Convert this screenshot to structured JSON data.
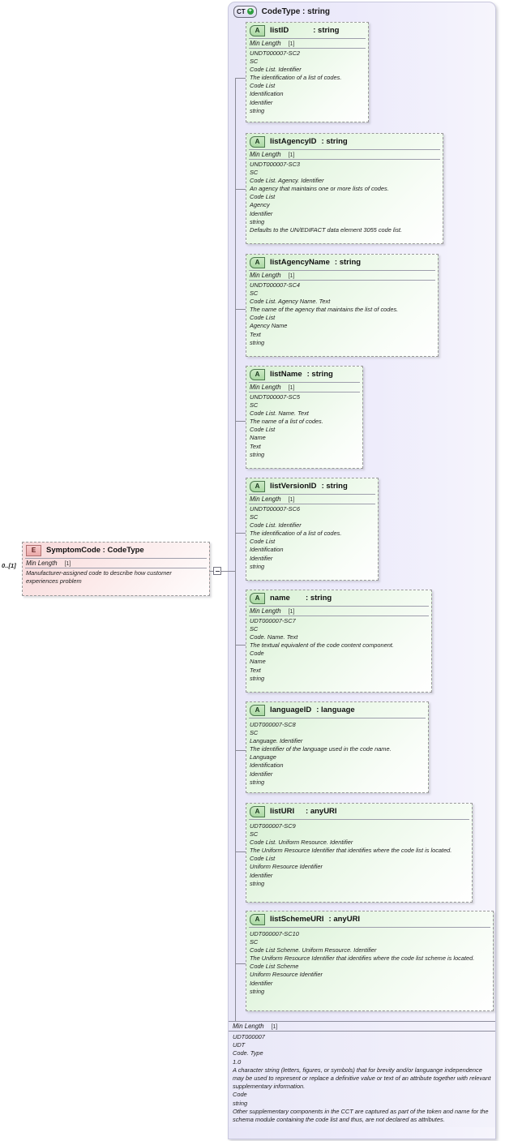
{
  "diagram": {
    "title": "XSD complex type diagram",
    "colors": {
      "container_bg": "#e7e6f7",
      "attribute_bg": "#d6f0d2",
      "element_bg": "#f8d9da",
      "border": "#9a9a9a",
      "connector": "#8a8a96"
    }
  },
  "complex_type": {
    "badge": "CT",
    "badge_plus": "+",
    "title": "CodeType : string"
  },
  "element": {
    "badge": "E",
    "name": "SymptomCode : CodeType",
    "cardinality": "0..[1]",
    "facet_label": "Min Length",
    "facet_value": "[1]",
    "documentation": [
      "Manufacturer-assigned code to describe how customer",
      "experiences problem"
    ]
  },
  "attributes": [
    {
      "badge": "A",
      "name": "listID",
      "type": ": string",
      "facet_label": "Min Length",
      "facet_value": "[1]",
      "doc": [
        "UNDT000007-SC2",
        "SC",
        "Code List. Identifier",
        "The identification of a list of codes.",
        "Code List",
        "Identification",
        "Identifier",
        "string"
      ]
    },
    {
      "badge": "A",
      "name": "listAgencyID",
      "type": ": string",
      "facet_label": "Min Length",
      "facet_value": "[1]",
      "doc": [
        "UNDT000007-SC3",
        "SC",
        "Code List. Agency. Identifier",
        "An agency that maintains one or more lists of codes.",
        "Code List",
        "Agency",
        "Identifier",
        "string",
        "Defaults to the UN/EDIFACT data element 3055 code list."
      ]
    },
    {
      "badge": "A",
      "name": "listAgencyName",
      "type": ": string",
      "facet_label": "Min Length",
      "facet_value": "[1]",
      "doc": [
        "UNDT000007-SC4",
        "SC",
        "Code List. Agency Name. Text",
        "The name of the agency that maintains the list of codes.",
        "Code List",
        "Agency Name",
        "Text",
        "string"
      ]
    },
    {
      "badge": "A",
      "name": "listName",
      "type": ": string",
      "facet_label": "Min Length",
      "facet_value": "[1]",
      "doc": [
        "UNDT000007-SC5",
        "SC",
        "Code List. Name. Text",
        "The name of a list of codes.",
        "Code List",
        "Name",
        "Text",
        "string"
      ]
    },
    {
      "badge": "A",
      "name": "listVersionID",
      "type": ": string",
      "facet_label": "Min Length",
      "facet_value": "[1]",
      "doc": [
        "UNDT000007-SC6",
        "SC",
        "Code List. Identifier",
        "The identification of a list of codes.",
        "Code List",
        "Identification",
        "Identifier",
        "string"
      ]
    },
    {
      "badge": "A",
      "name": "name     ",
      "type": ": string",
      "facet_label": "Min Length",
      "facet_value": "[1]",
      "doc": [
        "UDT000007-SC7",
        "SC",
        "Code. Name. Text",
        "The textual equivalent of the code content component.",
        "Code",
        "Name",
        "Text",
        "string"
      ]
    },
    {
      "badge": "A",
      "name": "languageID",
      "type": ": language",
      "facet_label": "",
      "facet_value": "",
      "doc": [
        "UDT000007-SC8",
        "SC",
        "Language. Identifier",
        "The identifier of the language used in the code name.",
        "Language",
        "Identification",
        "Identifier",
        "string"
      ]
    },
    {
      "badge": "A",
      "name": "listURI   ",
      "type": ": anyURI",
      "facet_label": "",
      "facet_value": "",
      "doc": [
        "UDT000007-SC9",
        "SC",
        "Code List. Uniform Resource. Identifier",
        "The Uniform Resource Identifier that identifies where the code list is located.",
        "Code List",
        "Uniform Resource Identifier",
        "Identifier",
        "string"
      ]
    },
    {
      "badge": "A",
      "name": "listSchemeURI",
      "type": ": anyURI",
      "facet_label": "",
      "facet_value": "",
      "doc": [
        "UDT000007-SC10",
        "SC",
        "Code List Scheme. Uniform Resource. Identifier",
        "The Uniform Resource Identifier that identifies where the code list scheme is located.",
        "Code List Scheme",
        "Uniform Resource Identifier",
        "Identifier",
        "string"
      ]
    }
  ],
  "type_documentation": {
    "facet_label": "Min Length",
    "facet_value": "[1]",
    "doc": [
      "UDT000007",
      "UDT",
      "Code. Type",
      "1.0",
      "A character string (letters, figures, or symbols) that for brevity and/or languange independence may be used to represent or replace a definitive value or text of an attribute together with relevant supplementary information.",
      "Code",
      "string",
      "Other supplementary components in the CCT are captured as part of the token and name for the schema module containing the code list and thus, are not declared as attributes."
    ]
  }
}
